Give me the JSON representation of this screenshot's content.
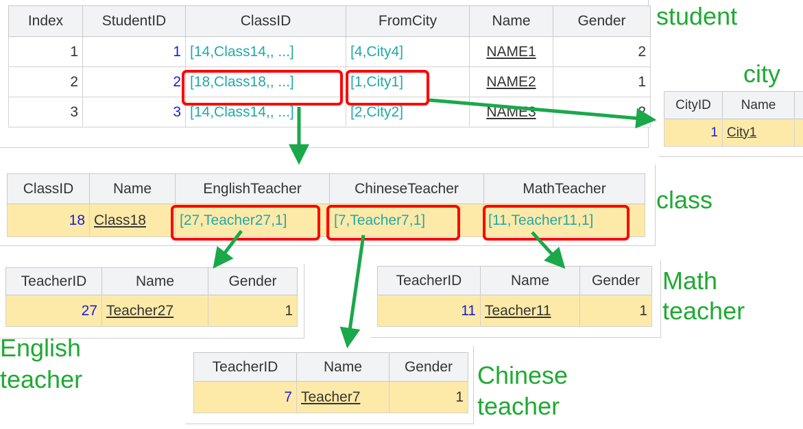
{
  "student": {
    "label": "student",
    "headers": [
      "Index",
      "StudentID",
      "ClassID",
      "FromCity",
      "Name",
      "Gender"
    ],
    "rows": [
      [
        "1",
        "1",
        "[14,Class14,, ...]",
        "[4,City4]",
        "NAME1",
        "2"
      ],
      [
        "2",
        "2",
        "[18,Class18,, ...]",
        "[1,City1]",
        "NAME2",
        "1"
      ],
      [
        "3",
        "3",
        "[14,Class14,, ...]",
        "[2,City2]",
        "NAME3",
        "2"
      ]
    ]
  },
  "city": {
    "label": "city",
    "headers": [
      "CityID",
      "Name"
    ],
    "row": [
      "1",
      "City1"
    ]
  },
  "class": {
    "label": "class",
    "headers": [
      "ClassID",
      "Name",
      "EnglishTeacher",
      "ChineseTeacher",
      "MathTeacher"
    ],
    "row": [
      "18",
      "Class18",
      "[27,Teacher27,1]",
      "[7,Teacher7,1]",
      "[11,Teacher11,1]"
    ]
  },
  "english_teacher": {
    "label_line1": "English",
    "label_line2": "teacher",
    "headers": [
      "TeacherID",
      "Name",
      "Gender"
    ],
    "row": [
      "27",
      "Teacher27",
      "1"
    ]
  },
  "math_teacher": {
    "label_line1": "Math",
    "label_line2": "teacher",
    "headers": [
      "TeacherID",
      "Name",
      "Gender"
    ],
    "row": [
      "11",
      "Teacher11",
      "1"
    ]
  },
  "chinese_teacher": {
    "label_line1": "Chinese",
    "label_line2": "teacher",
    "headers": [
      "TeacherID",
      "Name",
      "Gender"
    ],
    "row": [
      "7",
      "Teacher7",
      "1"
    ]
  },
  "colors": {
    "label_green": "#1eaa32",
    "arrow_green": "#1aa84a",
    "highlight_red": "#ff0000",
    "row_highlight": "#fdeaa8",
    "id_blue": "#1a1adb",
    "ref_teal": "#22a8a8"
  }
}
